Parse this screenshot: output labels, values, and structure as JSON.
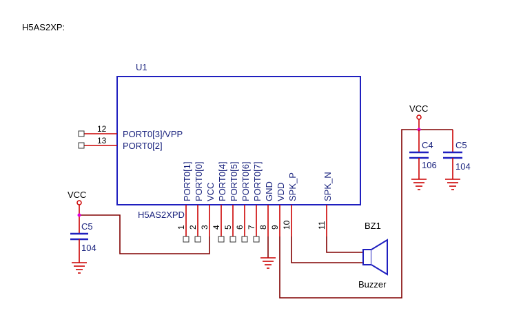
{
  "title": "H5AS2XP:",
  "chip": {
    "ref": "U1",
    "part": "H5AS2XPD",
    "left_pins": [
      {
        "num": "12",
        "name": "PORT0[3]/VPP"
      },
      {
        "num": "13",
        "name": "PORT0[2]"
      }
    ],
    "bottom_pins": [
      {
        "num": "1",
        "name": "PORT0[1]"
      },
      {
        "num": "2",
        "name": "PORT0[0]"
      },
      {
        "num": "3",
        "name": "VCC"
      },
      {
        "num": "4",
        "name": "PORT0[4]"
      },
      {
        "num": "5",
        "name": "PORT0[5]"
      },
      {
        "num": "6",
        "name": "PORT0[6]"
      },
      {
        "num": "7",
        "name": "PORT0[7]"
      },
      {
        "num": "8",
        "name": "GND"
      },
      {
        "num": "9",
        "name": "VDD"
      },
      {
        "num": "10",
        "name": "SPK_P"
      },
      {
        "num": "11",
        "name": "SPK_N"
      }
    ]
  },
  "left_supply": {
    "net": "VCC",
    "cap_ref": "C5",
    "cap_value": "104"
  },
  "right_supply": {
    "net": "VCC",
    "caps": [
      {
        "ref": "C4",
        "value": "106"
      },
      {
        "ref": "C5",
        "value": "104"
      }
    ]
  },
  "buzzer": {
    "ref": "BZ1",
    "label": "Buzzer"
  }
}
